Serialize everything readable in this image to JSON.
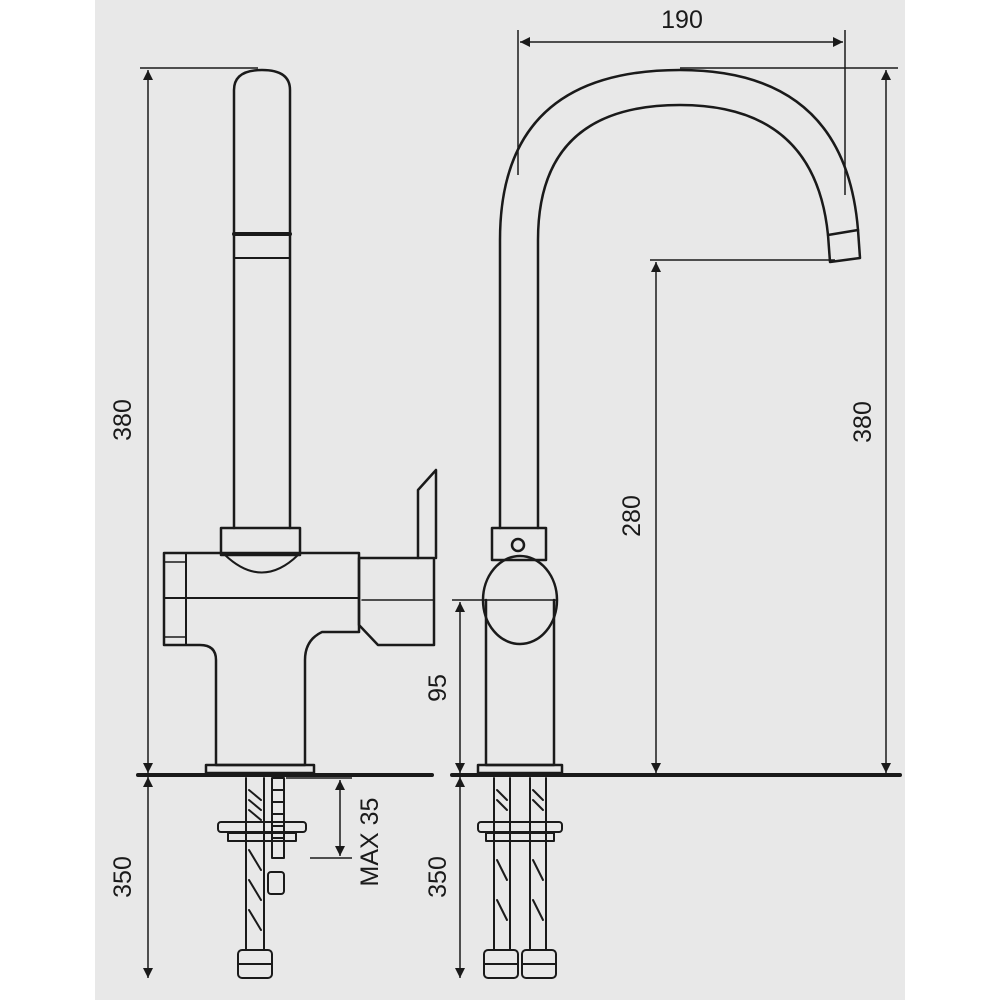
{
  "drawing": {
    "background_color": "#e8e8e8",
    "line_color": "#1a1a1a",
    "side_view": {
      "height_label": "380",
      "below_counter_label": "350",
      "max_thickness_label": "MAX 35"
    },
    "front_view": {
      "reach_label": "190",
      "spout_height_label": "280",
      "total_height_label": "380",
      "lever_height_label": "95",
      "below_counter_label": "350"
    }
  }
}
